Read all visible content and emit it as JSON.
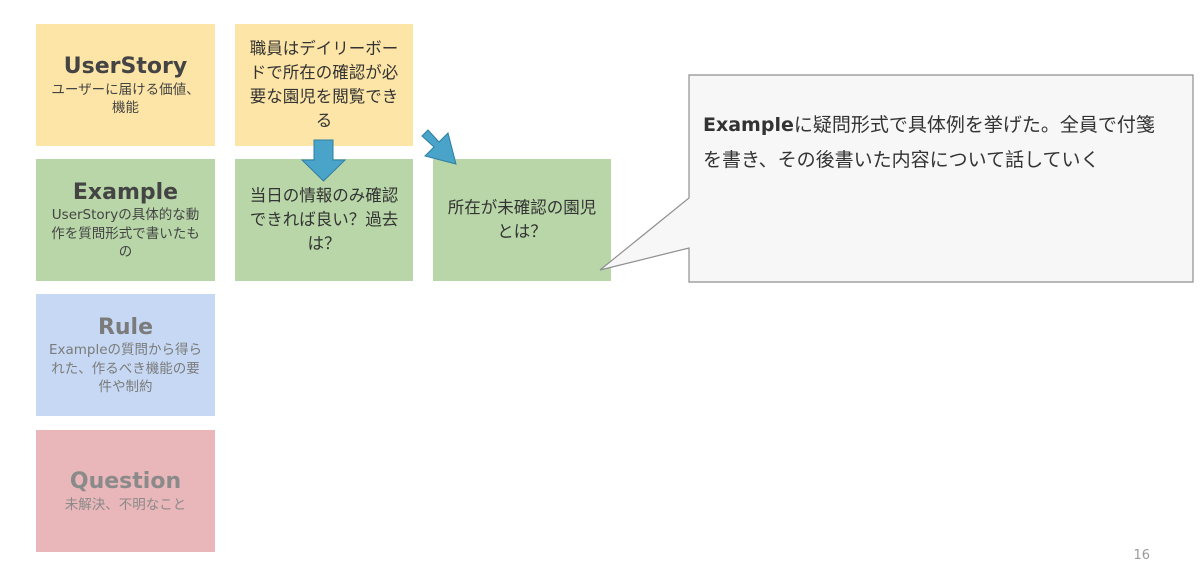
{
  "legend": {
    "userstory": {
      "title": "UserStory",
      "desc": "ユーザーに届ける価値、機能"
    },
    "example": {
      "title": "Example",
      "desc": "UserStoryの具体的な動作を質問形式で書いたもの"
    },
    "rule": {
      "title": "Rule",
      "desc": "Exampleの質問から得られた、作るべき機能の要件や制約"
    },
    "question": {
      "title": "Question",
      "desc": "未解決、不明なこと"
    }
  },
  "cards": {
    "story": "職員はデイリーボードで所在の確認が必要な園児を閲覧できる",
    "example_1": "当日の情報のみ確認できれば良い？過去は？",
    "example_2": "所在が未確認の園児とは？"
  },
  "callout": {
    "bold": "Example",
    "text": "に疑問形式で具体例を挙げた。全員で付箋を書き、その後書いた内容について話していく"
  },
  "page_number": "16",
  "colors": {
    "userstory": "#fce5a6",
    "example": "#b8d6a8",
    "rule": "#c6d8f3",
    "question": "#e9b7b9",
    "arrow": "#4aa3c8",
    "callout_bg": "#f7f7f7"
  }
}
